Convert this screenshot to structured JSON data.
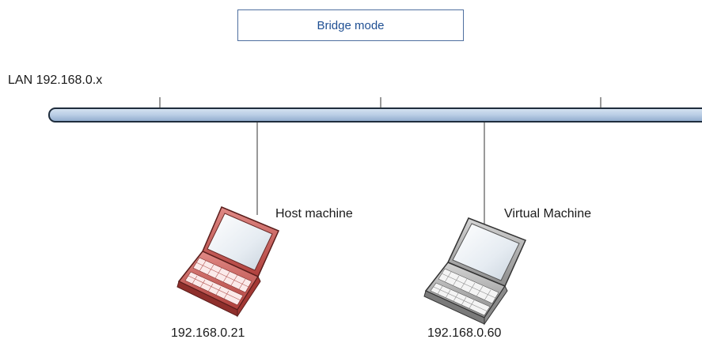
{
  "diagram": {
    "title": "Bridge mode",
    "network_label": "LAN 192.168.0.x",
    "nodes": [
      {
        "label": "Host machine",
        "ip": "192.168.0.21",
        "icon": "laptop-icon",
        "color": "#c0504d"
      },
      {
        "label": "Virtual Machine",
        "ip": "192.168.0.60",
        "icon": "laptop-icon",
        "color": "#a6a6a6"
      }
    ]
  },
  "colors": {
    "bus_fill": "#b9cde5",
    "bus_stroke": "#1f2d3d",
    "title_text": "#1f4f93",
    "title_border": "#4f6f9f"
  }
}
